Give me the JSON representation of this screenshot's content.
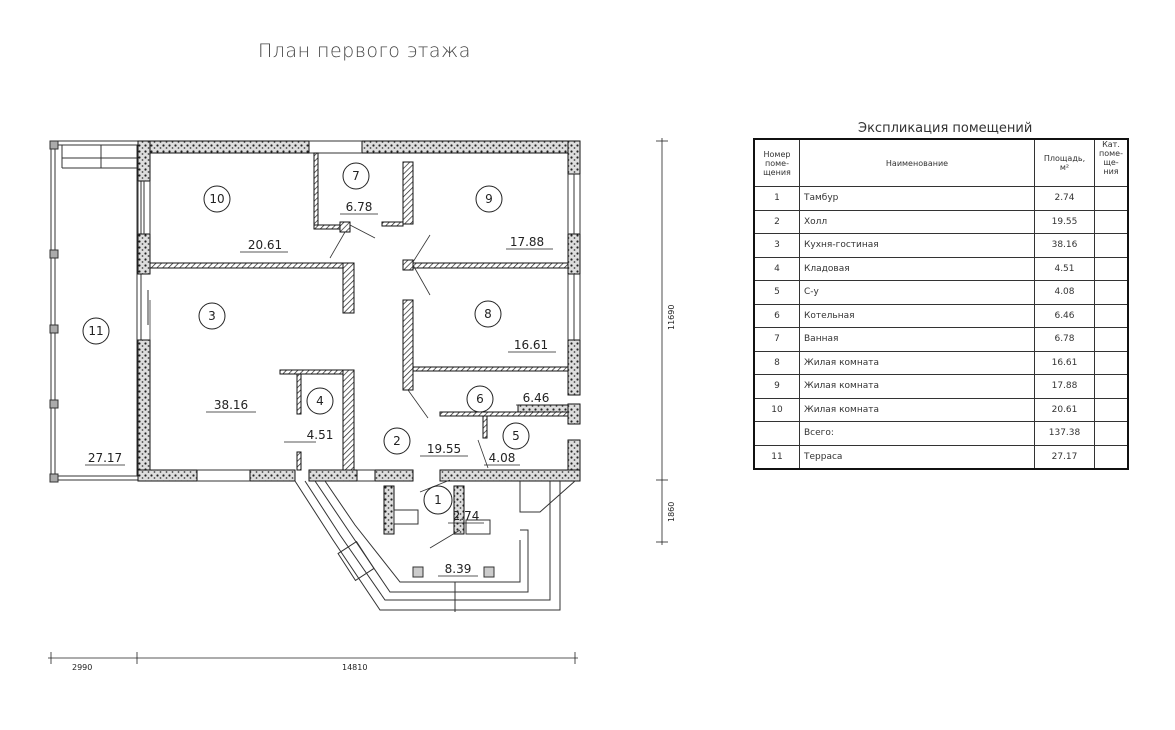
{
  "title": "План первого этажа",
  "plan": {
    "rooms": [
      {
        "num": "1",
        "area": "2.74"
      },
      {
        "num": "2",
        "area": "19.55"
      },
      {
        "num": "3",
        "area": "38.16"
      },
      {
        "num": "4",
        "area": "4.51"
      },
      {
        "num": "5",
        "area": "4.08"
      },
      {
        "num": "6",
        "area": "6.46"
      },
      {
        "num": "7",
        "area": "6.78"
      },
      {
        "num": "8",
        "area": "16.61"
      },
      {
        "num": "9",
        "area": "17.88"
      },
      {
        "num": "10",
        "area": "20.61"
      },
      {
        "num": "11",
        "area": "27.17"
      }
    ],
    "porch_area": "8.39",
    "dimensions": {
      "terrace_width": "2990",
      "house_width": "14810",
      "house_depth": "11690",
      "porch_depth": "1860"
    }
  },
  "explication": {
    "title": "Экспликация помещений",
    "headers": {
      "number": "Номер поме-щения",
      "name": "Наименование",
      "area": "Площадь, м²",
      "category": "Кат. поме-ще-ния"
    },
    "rows": [
      {
        "num": "1",
        "name": "Тамбур",
        "area": "2.74"
      },
      {
        "num": "2",
        "name": "Холл",
        "area": "19.55"
      },
      {
        "num": "3",
        "name": "Кухня-гостиная",
        "area": "38.16"
      },
      {
        "num": "4",
        "name": "Кладовая",
        "area": "4.51"
      },
      {
        "num": "5",
        "name": "С-у",
        "area": "4.08"
      },
      {
        "num": "6",
        "name": "Котельная",
        "area": "6.46"
      },
      {
        "num": "7",
        "name": "Ванная",
        "area": "6.78"
      },
      {
        "num": "8",
        "name": "Жилая комната",
        "area": "16.61"
      },
      {
        "num": "9",
        "name": "Жилая комната",
        "area": "17.88"
      },
      {
        "num": "10",
        "name": "Жилая комната",
        "area": "20.61"
      },
      {
        "num": "",
        "name": "Всего:",
        "area": "137.38"
      },
      {
        "num": "11",
        "name": "Терраса",
        "area": "27.17"
      }
    ]
  }
}
